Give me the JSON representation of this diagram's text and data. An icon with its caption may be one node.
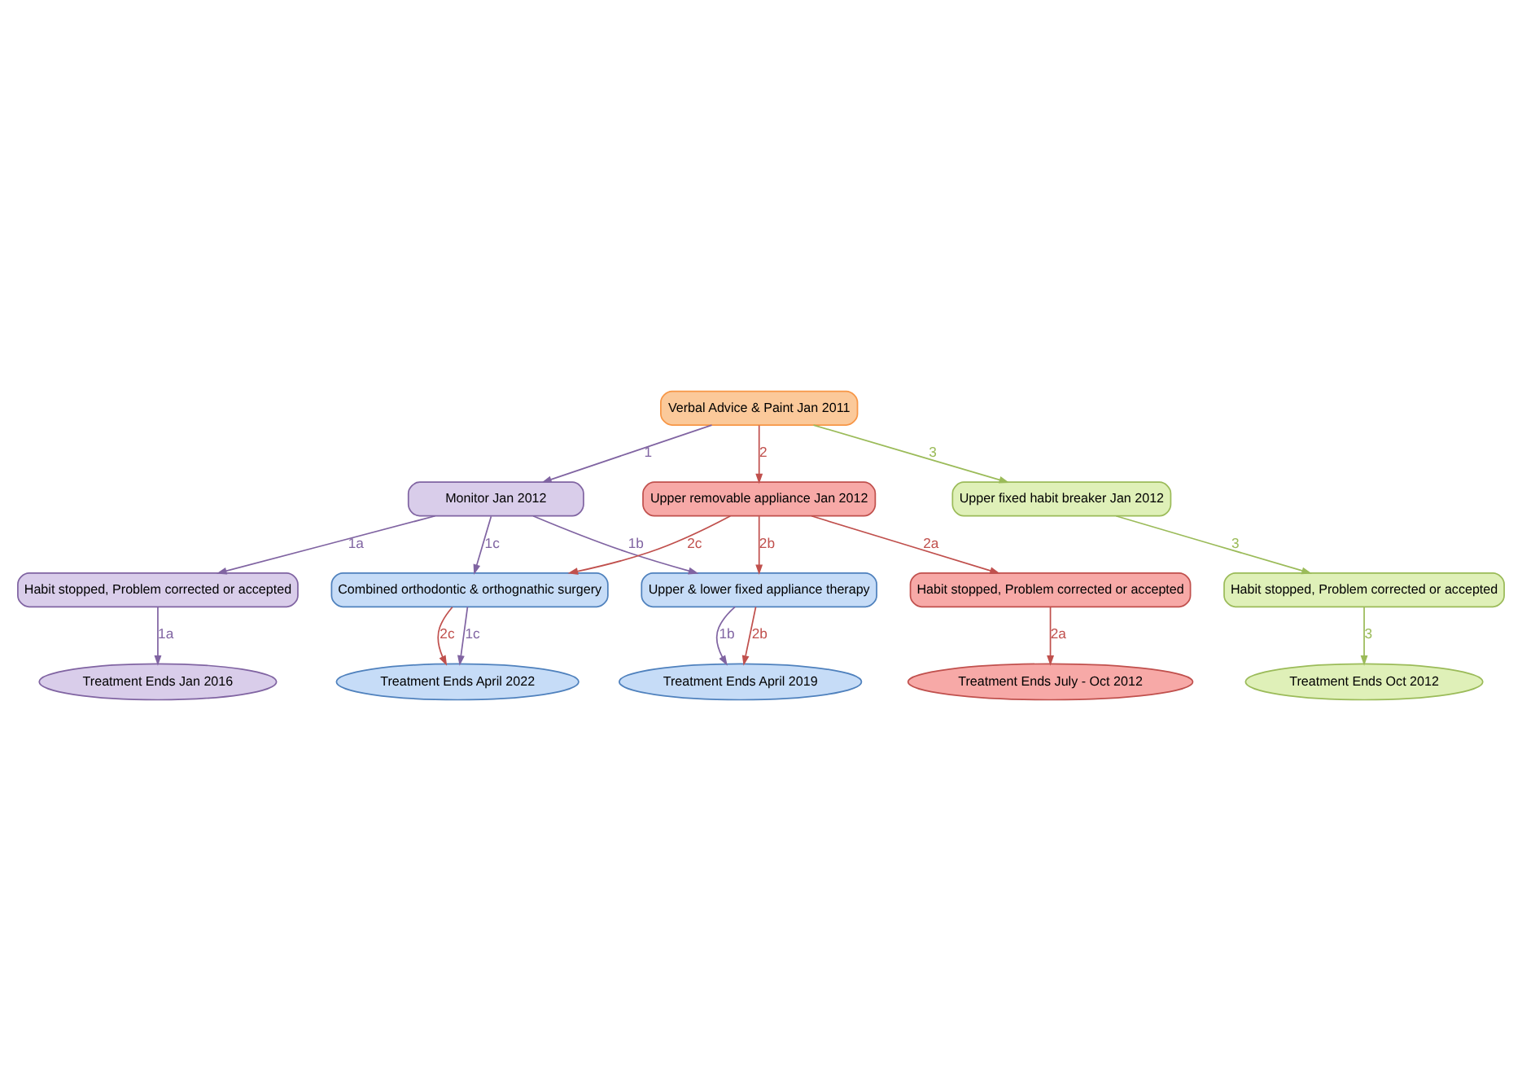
{
  "diagram": {
    "nodes": [
      {
        "text": [
          "Verbal Advice & Paint Jan 2011"
        ]
      },
      {
        "text": [
          "Monitor Jan 2012"
        ]
      },
      {
        "text": [
          "Upper removable appliance Jan 2012"
        ]
      },
      {
        "text": [
          "Upper fixed habit breaker Jan 2012"
        ]
      },
      {
        "text": [
          "Habit stopped, Problem corrected or accepted"
        ]
      },
      {
        "text": [
          "Upper & lower fixed appliance therapy"
        ]
      },
      {
        "text": [
          "Habit stopped, Problem corrected or accepted"
        ]
      },
      {
        "text": [
          "Combined orthodontic & orthognathic surgery"
        ]
      },
      {
        "text": [
          "Habit stopped, Problem corrected or accepted"
        ]
      },
      {
        "text": [
          "Treatment Ends Jan 2016"
        ]
      },
      {
        "text": [
          "Treatment Ends April 2019"
        ]
      },
      {
        "text": [
          "Treatment Ends July - Oct 2012"
        ]
      },
      {
        "text": [
          "Treatment Ends April 2022"
        ]
      },
      {
        "text": [
          "Treatment Ends Oct 2012"
        ]
      }
    ],
    "edges": [
      {
        "from": 0,
        "to": 1,
        "arrow": "to",
        "label": "1",
        "color": "#8064a2"
      },
      {
        "from": 0,
        "to": 2,
        "arrow": "to",
        "label": "2",
        "color": "#c0504d"
      },
      {
        "from": 0,
        "to": 3,
        "arrow": "to",
        "label": "3",
        "color": "#9bbb59"
      },
      {
        "from": 1,
        "to": 4,
        "arrow": "to",
        "label": "1a",
        "color": "#8064a2"
      },
      {
        "from": 1,
        "to": 5,
        "arrow": "to",
        "label": "1b",
        "color": "#8064a2"
      },
      {
        "from": 1,
        "to": 7,
        "arrow": "to",
        "label": "1c",
        "color": "#8064a2"
      },
      {
        "from": 2,
        "to": 6,
        "arrow": "to",
        "label": "2a",
        "color": "#c0504d"
      },
      {
        "from": 2,
        "to": 5,
        "arrow": "to",
        "label": "2b",
        "color": "#c0504d"
      },
      {
        "from": 2,
        "to": 7,
        "arrow": "to",
        "label": "2c",
        "color": "#c0504d"
      },
      {
        "from": 3,
        "to": 8,
        "arrow": "to",
        "label": "3",
        "color": "#9bbb59"
      },
      {
        "from": 4,
        "to": 9,
        "arrow": "to",
        "label": "1a",
        "color": "#8064a2"
      },
      {
        "from": 5,
        "to": 10,
        "arrow": "to",
        "label": "1b",
        "color": "#8064a2"
      },
      {
        "from": 5,
        "to": 10,
        "arrow": "to",
        "label": "2b",
        "color": "#c0504d"
      },
      {
        "from": 6,
        "to": 11,
        "arrow": "to",
        "label": "2a",
        "color": "#c0504d"
      },
      {
        "from": 7,
        "to": 12,
        "arrow": "to",
        "label": "1c",
        "color": "#8064a2"
      },
      {
        "from": 7,
        "to": 12,
        "arrow": "to",
        "label": "2c",
        "color": "#c0504d"
      },
      {
        "from": 8,
        "to": 13,
        "arrow": "to",
        "label": "3",
        "color": "#9bbb59"
      }
    ]
  }
}
